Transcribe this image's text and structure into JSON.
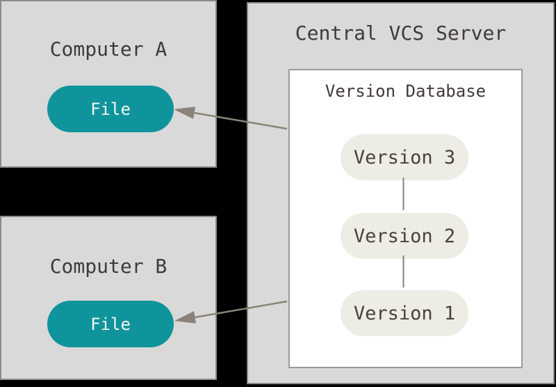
{
  "computer_a": {
    "title": "Computer A",
    "file": {
      "label": "File"
    }
  },
  "computer_b": {
    "title": "Computer B",
    "file": {
      "label": "File"
    }
  },
  "server": {
    "title": "Central VCS Server",
    "database": {
      "title": "Version Database",
      "versions": [
        {
          "label": "Version 3"
        },
        {
          "label": "Version 2"
        },
        {
          "label": "Version 1"
        }
      ]
    }
  },
  "colors": {
    "background": "#000000",
    "box_fill": "#d9d9d9",
    "box_border": "#8a8a8a",
    "db_fill": "#ffffff",
    "db_border": "#9a9a9a",
    "file_pill_fill": "#0f949c",
    "file_pill_text": "#f2f6f6",
    "version_pill_fill": "#edede5",
    "version_pill_text": "#47423c",
    "title_text": "#3f3a37",
    "arrow": "#8a8379",
    "connector": "#82827d"
  }
}
